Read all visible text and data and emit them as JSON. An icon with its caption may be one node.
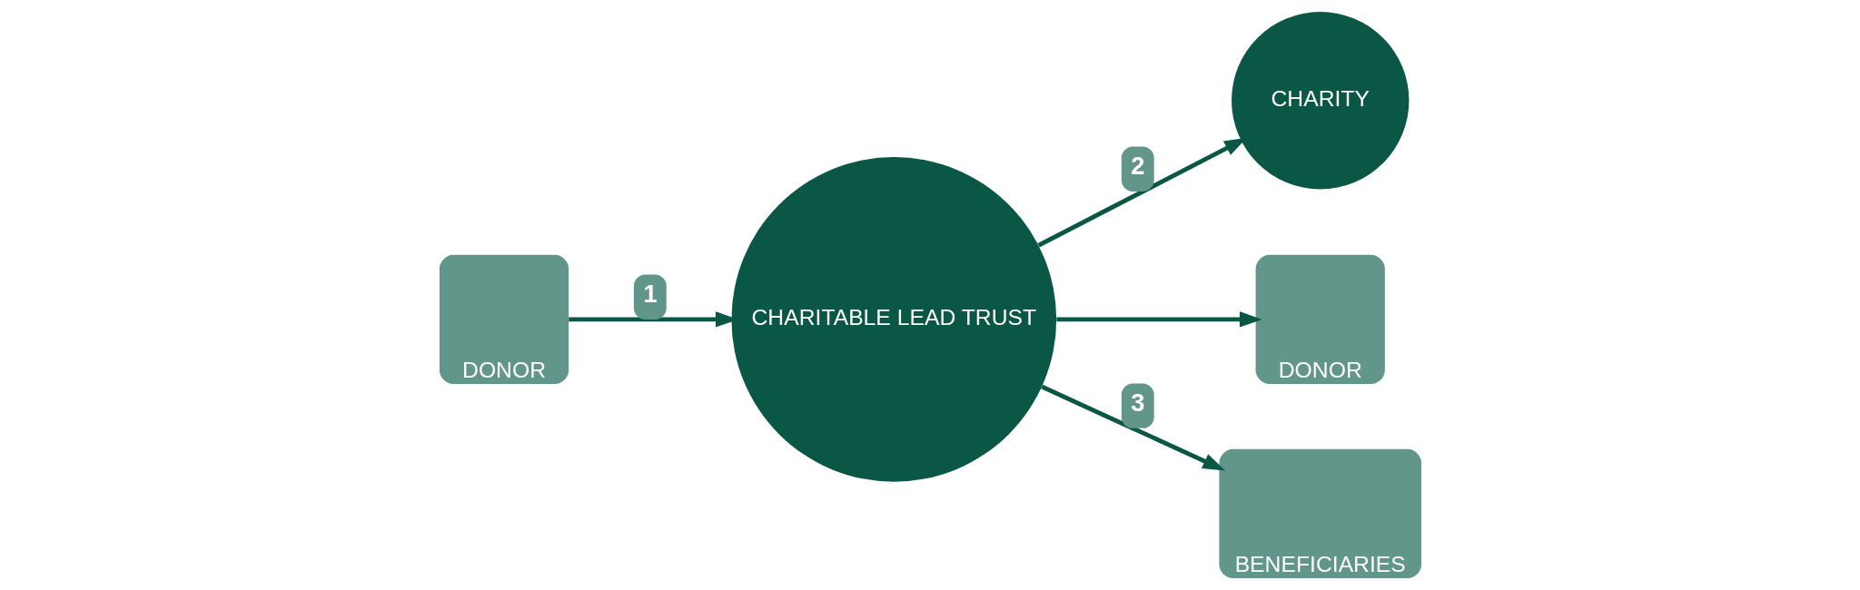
{
  "diagram": {
    "nodes": [
      {
        "text": [
          "DONOR"
        ]
      },
      {
        "text": [
          "CHARITABLE LEAD TRUST"
        ]
      },
      {
        "text": [
          "CHARITY"
        ]
      },
      {
        "text": [
          "DONOR"
        ]
      },
      {
        "text": [
          "BENEFICIARIES"
        ]
      }
    ],
    "edges": [
      {
        "from": 0,
        "to": 1,
        "arrow": "to",
        "label": "1"
      },
      {
        "from": 1,
        "to": 2,
        "arrow": "to",
        "label": "2"
      },
      {
        "from": 1,
        "to": 4,
        "arrow": "to",
        "label": "3"
      },
      {
        "from": 1,
        "to": 3,
        "arrow": "to"
      }
    ]
  }
}
